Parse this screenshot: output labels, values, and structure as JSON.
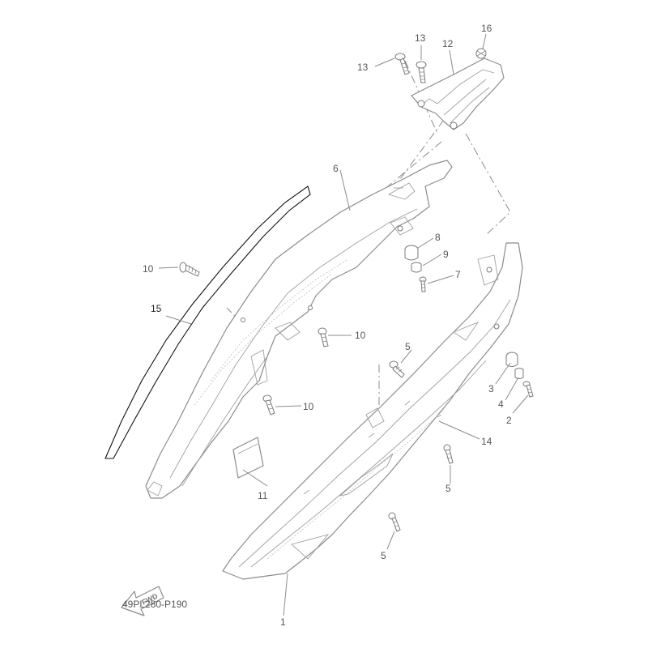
{
  "labels": {
    "p1": "1",
    "p2": "2",
    "p3": "3",
    "p4": "4",
    "p5a": "5",
    "p5b": "5",
    "p5c": "5",
    "p6": "6",
    "p7": "7",
    "p8": "8",
    "p9": "9",
    "p10a": "10",
    "p10b": "10",
    "p10c": "10",
    "p11": "11",
    "p12": "12",
    "p13a": "13",
    "p13b": "13",
    "p14": "14",
    "p15": "15",
    "p16": "16"
  },
  "fwd_label": "FWD",
  "drawing_code": "49PL280-P190",
  "icons": {
    "direction": "forward-arrow-icon",
    "screw": "screw-icon",
    "grommet": "grommet-icon",
    "clip": "clip-icon"
  },
  "colors": {
    "line": "#8c8c8c",
    "strip": "#111111",
    "label": "#555555"
  }
}
